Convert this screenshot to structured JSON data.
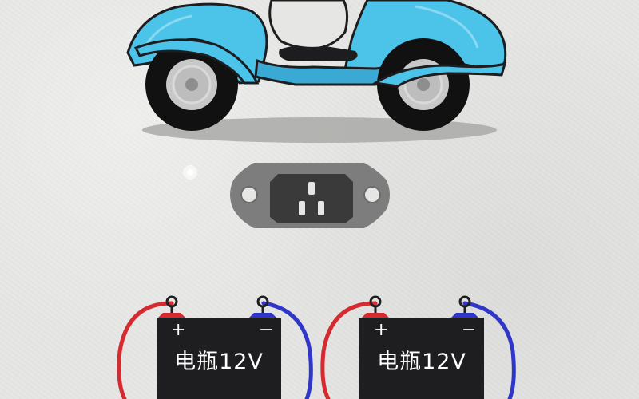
{
  "batteries": [
    {
      "label": "电瓶12V",
      "positive": "+",
      "negative": "−"
    },
    {
      "label": "电瓶12V",
      "positive": "+",
      "negative": "−"
    }
  ],
  "colors": {
    "scooter_body": "#4cc3e8",
    "scooter_outline": "#1d1d1f",
    "tire": "#111111",
    "rim": "#c8c8c8",
    "socket_plate": "#7d7d7d",
    "socket_face": "#3a3a3a",
    "battery_body": "#1e1e20",
    "wire_positive": "#d52a2f",
    "wire_negative": "#2f36c8",
    "background": "#e6e6e4"
  },
  "icons": [
    "scooter-illustration",
    "ac-power-socket-icon",
    "battery-icon"
  ]
}
